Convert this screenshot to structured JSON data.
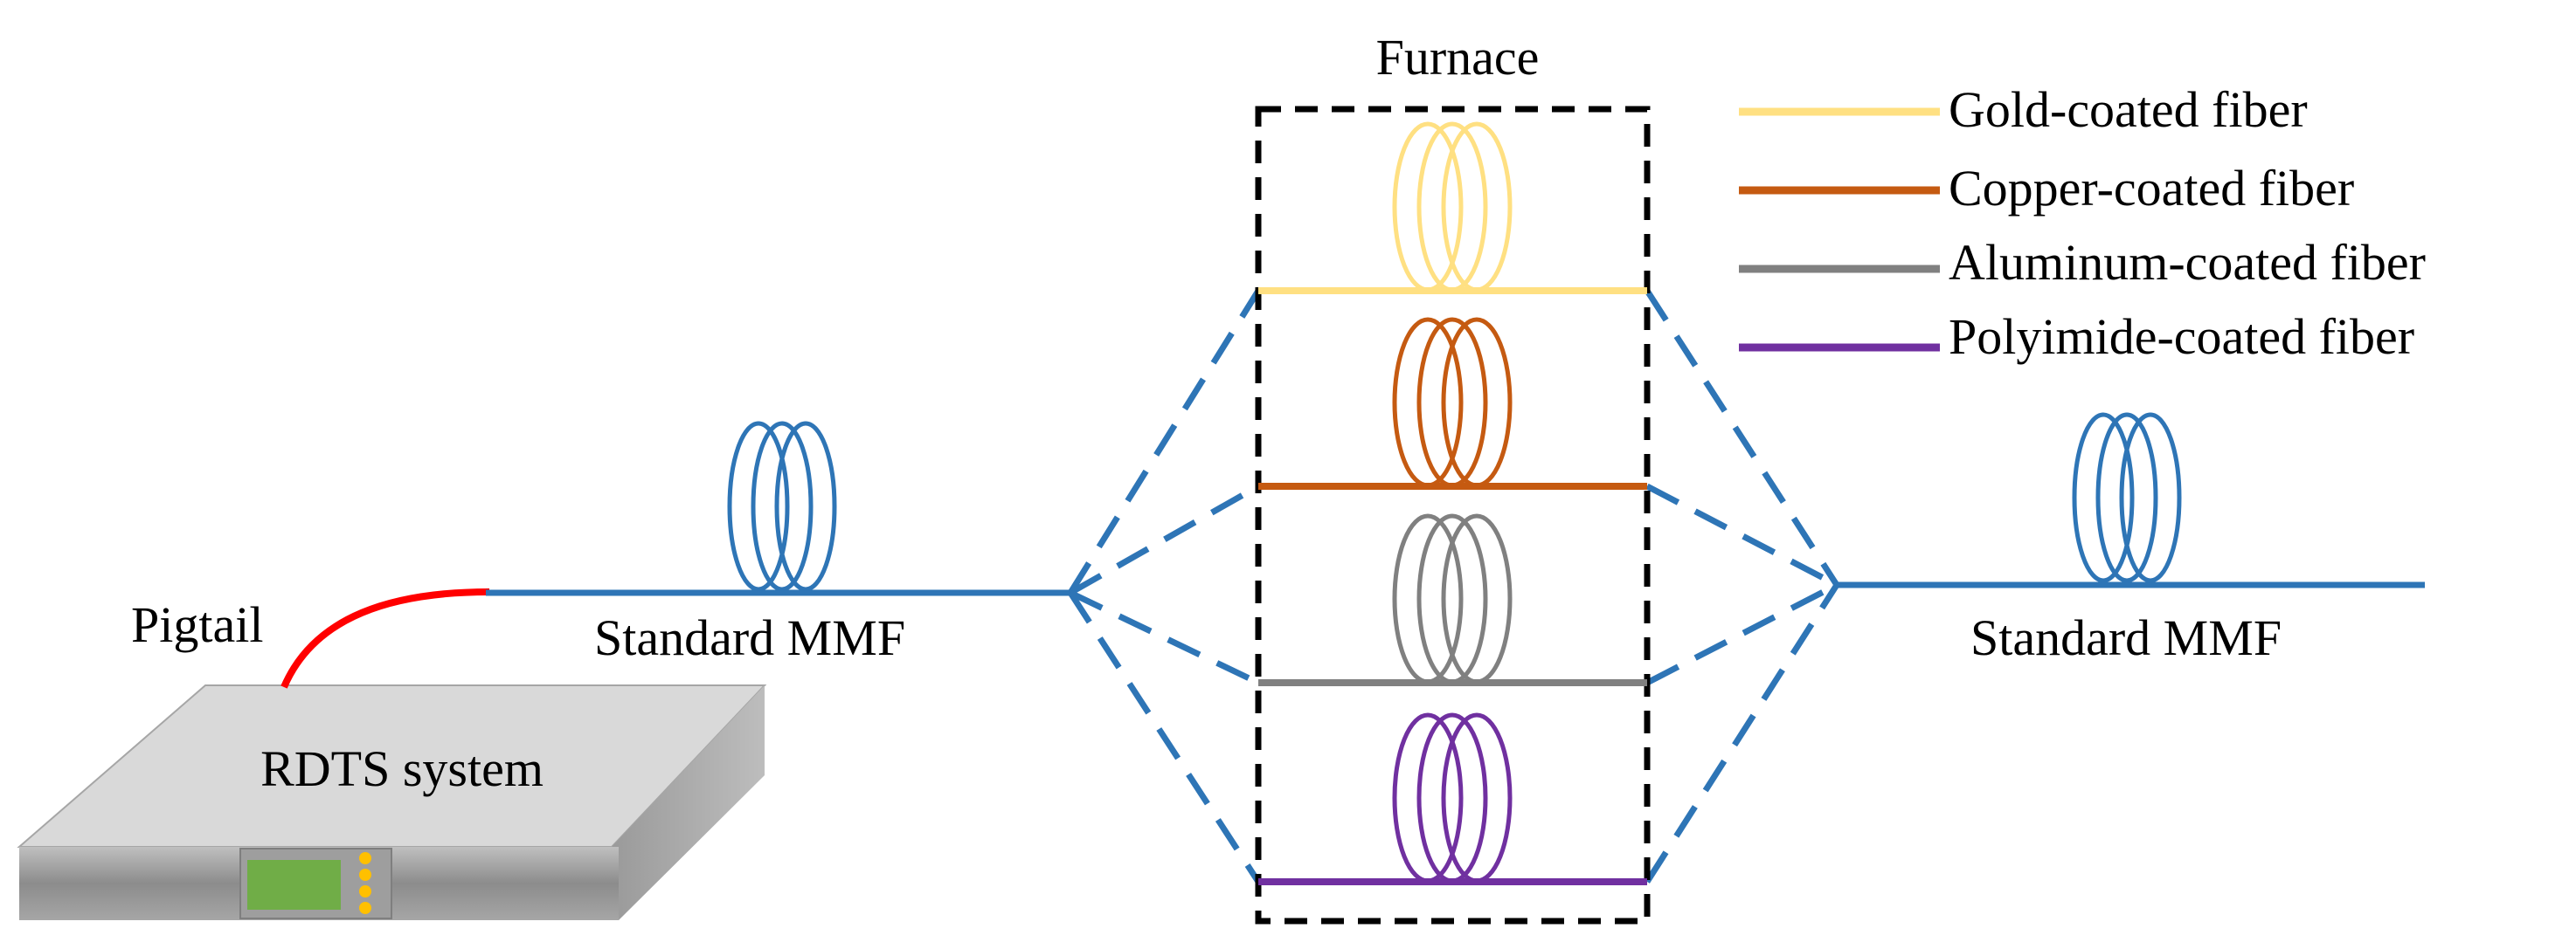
{
  "furnace": {
    "title": "Furnace"
  },
  "device": {
    "label": "RDTS system"
  },
  "pigtail": {
    "label": "Pigtail"
  },
  "left_mmf": {
    "label": "Standard MMF"
  },
  "right_mmf": {
    "label": "Standard MMF"
  },
  "legend": [
    {
      "label": "Gold-coated fiber",
      "color": "#FFE082"
    },
    {
      "label": "Copper-coated fiber",
      "color": "#C55A11"
    },
    {
      "label": "Aluminum-coated fiber",
      "color": "#808080"
    },
    {
      "label": "Polyimide-coated fiber",
      "color": "#7030A0"
    }
  ],
  "colors": {
    "mmf_fiber": "#2E75B6",
    "pigtail": "#FF0000",
    "furnace_border": "#000000",
    "device_top": "#D9D9D9",
    "device_screen": "#70AD47",
    "device_leds": "#FFC000"
  }
}
